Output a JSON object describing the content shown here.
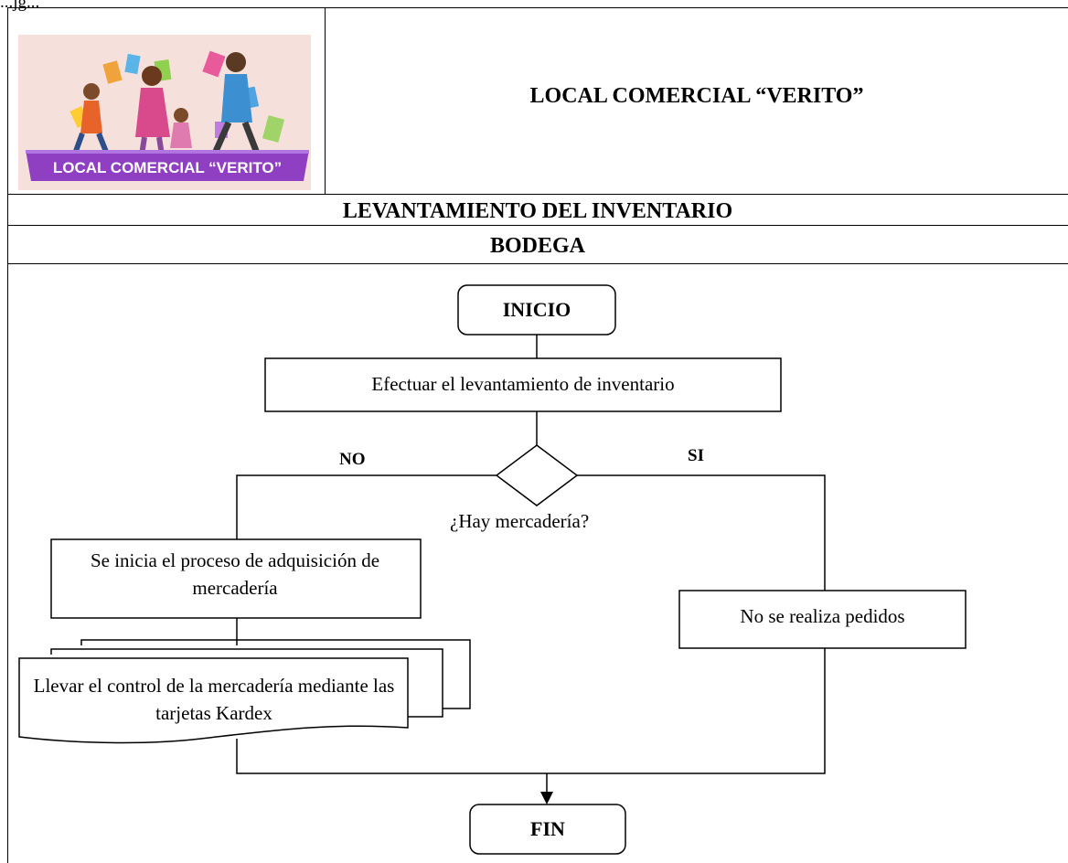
{
  "header": {
    "top_fragment": "...jg...",
    "company_name": "LOCAL COMERCIAL “VERITO”",
    "logo_text": "LOCAL COMERCIAL “VERITO”"
  },
  "sections": {
    "title": "LEVANTAMIENTO DEL INVENTARIO",
    "subtitle": "BODEGA"
  },
  "flow": {
    "start": "INICIO",
    "step1": "Efectuar el levantamiento de inventario",
    "decision": "¿Hay mercadería?",
    "no_label": "NO",
    "yes_label": "SI",
    "no_step1": "Se inicia el proceso de adquisición de mercadería",
    "no_step2": "Llevar el control de la mercadería mediante las tarjetas Kardex",
    "yes_step": "No se realiza pedidos",
    "end": "FIN"
  },
  "colors": {
    "logo_banner": "#8e3fc2",
    "logo_bg": "#f3d6cf",
    "line": "#000000"
  }
}
